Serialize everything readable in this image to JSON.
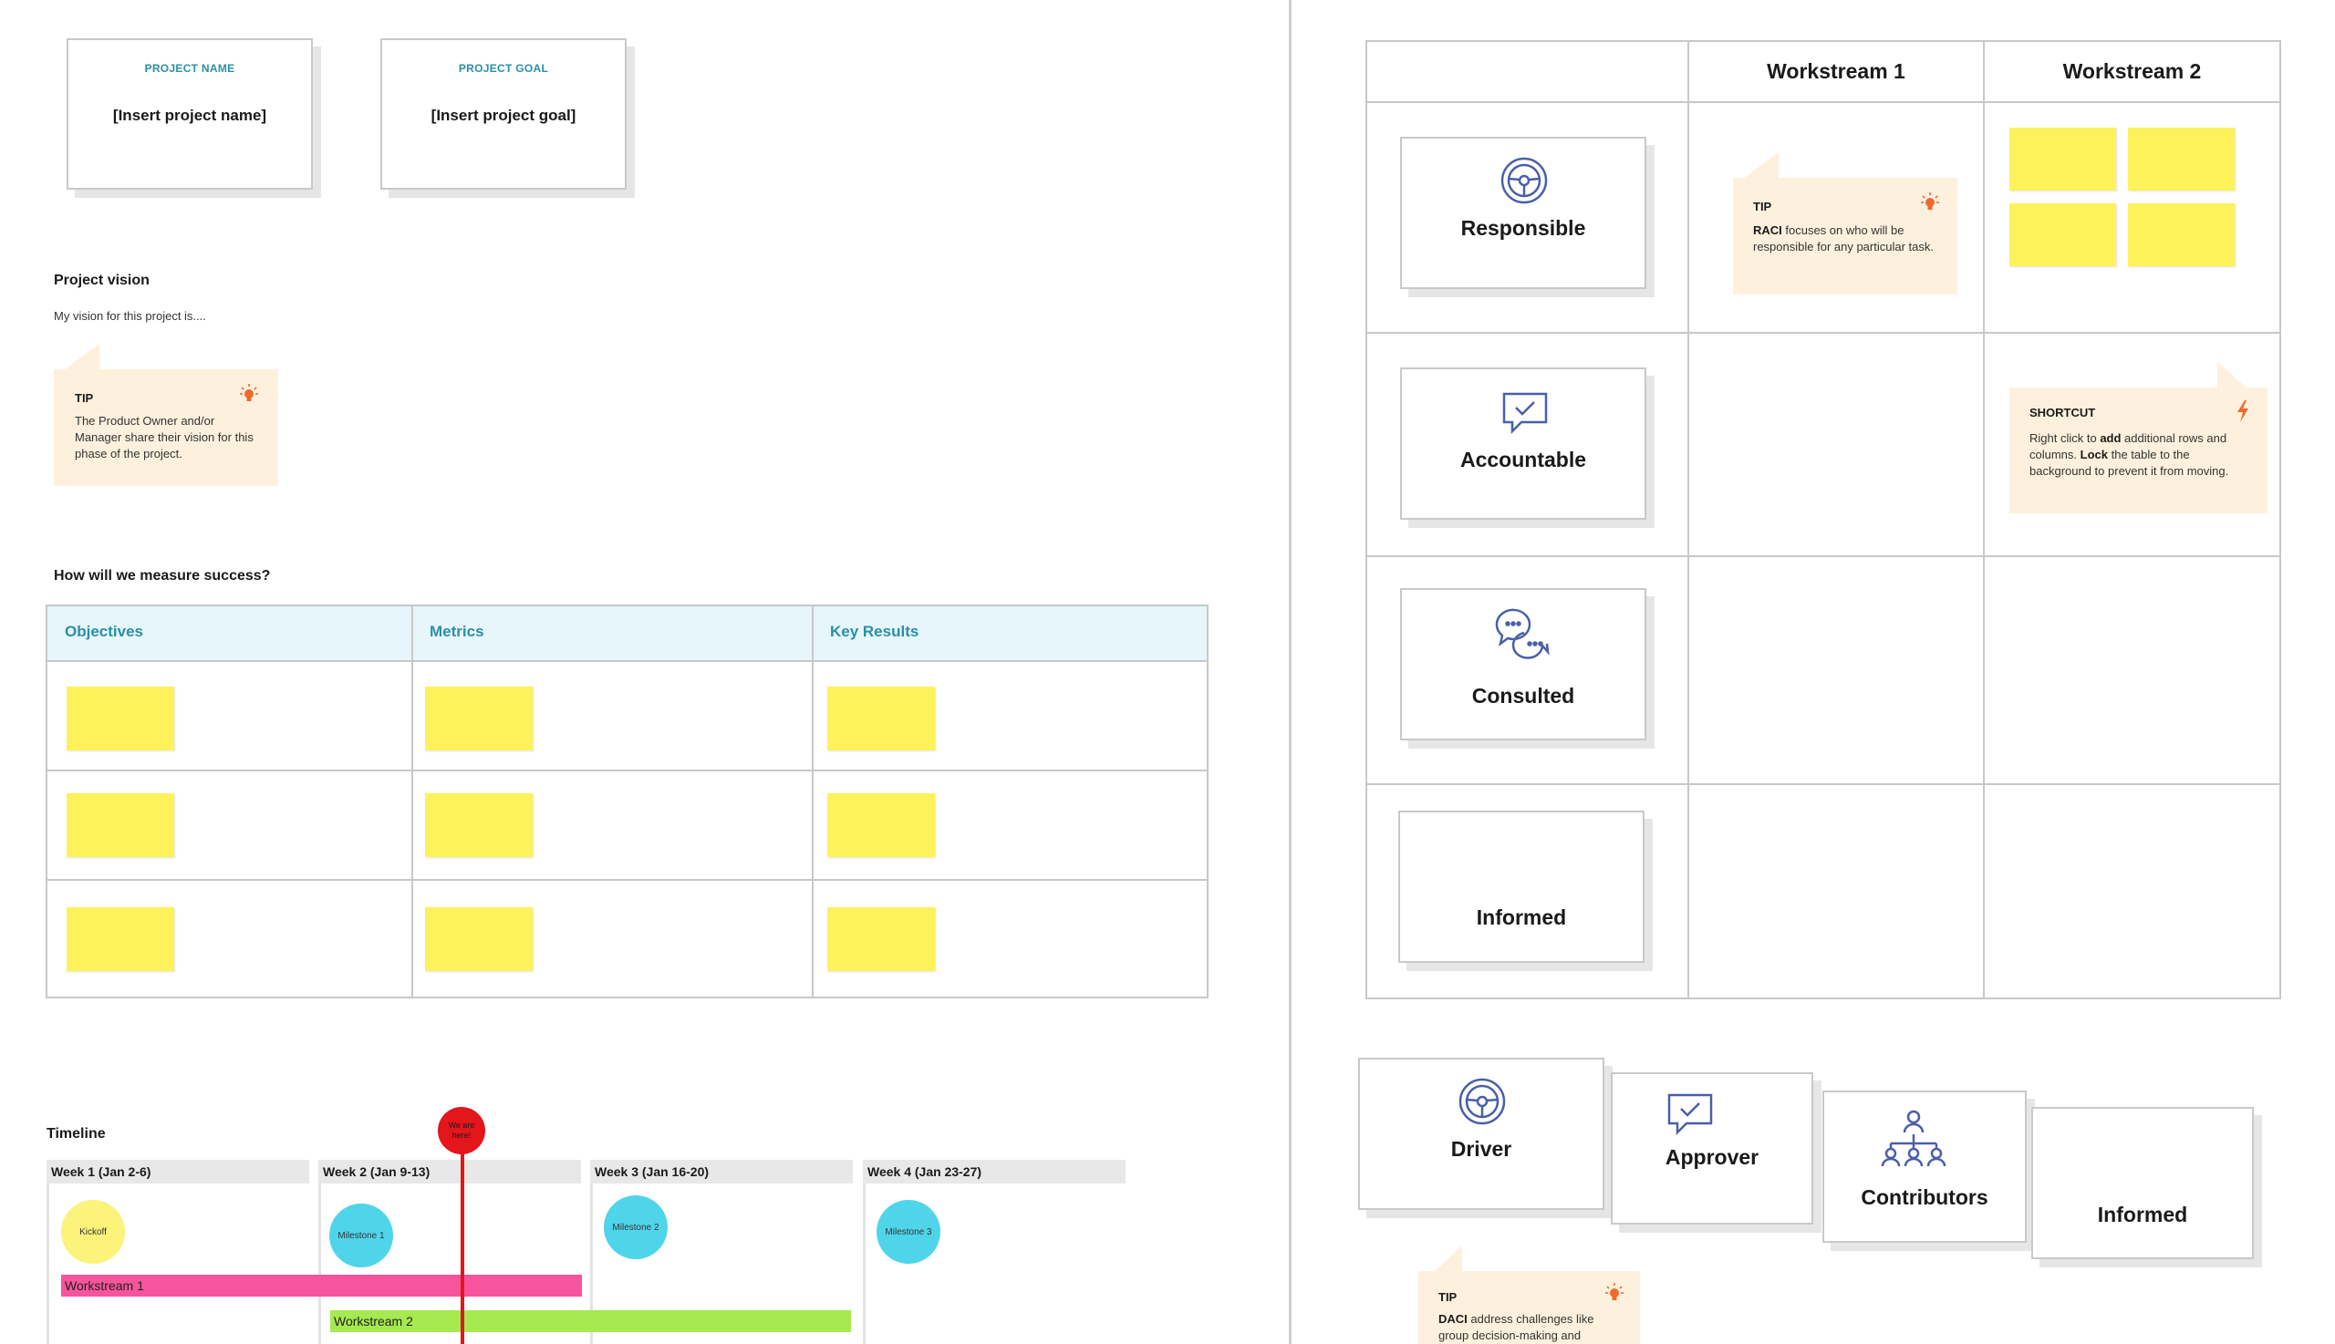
{
  "project": {
    "name_caption": "PROJECT NAME",
    "name_value": "[Insert project name]",
    "goal_caption": "PROJECT GOAL",
    "goal_value": "[Insert project goal]"
  },
  "vision": {
    "heading": "Project vision",
    "text": "My vision for this project is....",
    "tip_title": "TIP",
    "tip_body": "The Product Owner and/or Manager share their vision for this phase of the project."
  },
  "success": {
    "heading": "How will we measure success?",
    "columns": [
      "Objectives",
      "Metrics",
      "Key Results"
    ]
  },
  "raci": {
    "columns": [
      "Workstream 1",
      "Workstream 2"
    ],
    "roles": [
      "Responsible",
      "Accountable",
      "Consulted",
      "Informed"
    ],
    "tip_title": "TIP",
    "tip_bold": "RACI",
    "tip_body": " focuses on who will be responsible for any particular task.",
    "shortcut_title": "SHORTCUT",
    "shortcut_pre": "Right click to ",
    "shortcut_add": "add",
    "shortcut_mid": " additional rows and columns. ",
    "shortcut_lock": "Lock",
    "shortcut_post": " the table to the background to prevent it from moving."
  },
  "daci": {
    "cards": [
      "Driver",
      "Approver",
      "Contributors",
      "Informed"
    ],
    "tip_title": "TIP",
    "tip_bold": "DACI",
    "tip_body": " address challenges like group decision-making and management of cross-"
  },
  "timeline": {
    "heading": "Timeline",
    "weeks": [
      "Week 1 (Jan 2-6)",
      "Week 2 (Jan 9-13)",
      "Week 3 (Jan 16-20)",
      "Week 4 (Jan 23-27)"
    ],
    "milestones": [
      "Kickoff",
      "Milestone 1",
      "Milestone 2",
      "Milestone 3"
    ],
    "marker": "We are here!",
    "workstreams": [
      "Workstream 1",
      "Workstream 2"
    ]
  },
  "colors": {
    "sticky": "#fdf25a",
    "accent": "#2a8fa8",
    "tip_bg": "#fdf1de",
    "kickoff": "#fbf37a",
    "milestone": "#4fd5ea",
    "marker": "#e3161b",
    "workstream1": "#f6549c",
    "workstream2": "#a6e950"
  }
}
